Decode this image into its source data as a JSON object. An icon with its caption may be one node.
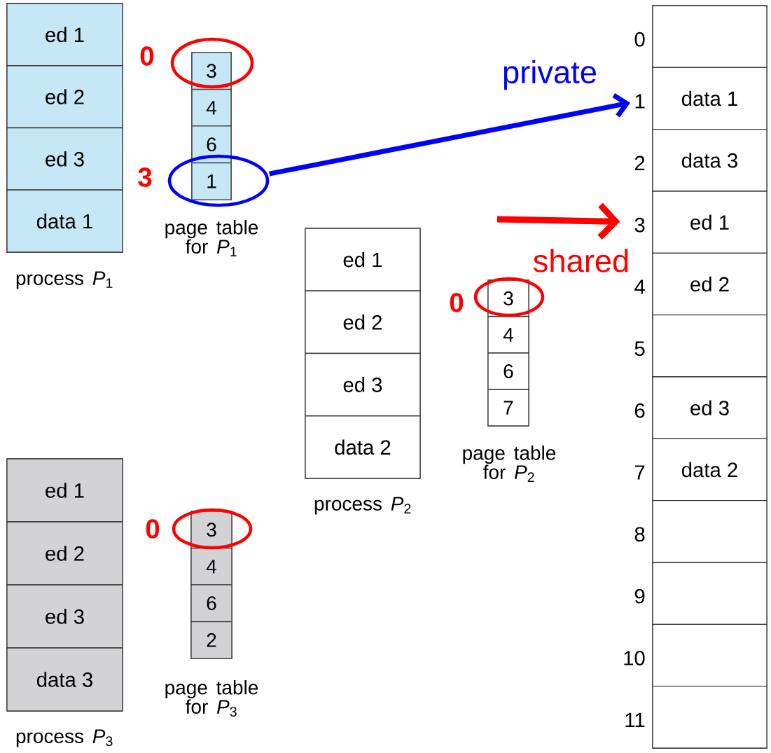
{
  "diagram": {
    "nodes": [
      {
        "text": [
          "process *P*$_{1}$"
        ]
      },
      {
        "text": [
          "ed 1"
        ],
        "in": 0
      },
      {
        "text": [
          "ed 2"
        ],
        "in": 0
      },
      {
        "text": [
          "ed 3"
        ],
        "in": 0
      },
      {
        "text": [
          "data 1"
        ],
        "in": 0
      },
      {
        "text": [
          "page table for *P*$_{1}$"
        ]
      },
      {
        "text": [
          "3"
        ],
        "in": 5
      },
      {
        "text": [
          "4"
        ],
        "in": 5
      },
      {
        "text": [
          "6"
        ],
        "in": 5
      },
      {
        "text": [
          "1"
        ],
        "in": 5
      },
      {
        "text": [],
        "shape": "box"
      },
      {
        "text": [],
        "shape": "box",
        "in": 10,
        "beside": [
          "0"
        ]
      },
      {
        "text": [
          "data 1"
        ],
        "in": 10,
        "beside": [
          "1"
        ]
      },
      {
        "text": [
          "data 3"
        ],
        "in": 10,
        "beside": [
          "2"
        ]
      },
      {
        "text": [
          "ed 1"
        ],
        "in": 10,
        "beside": [
          "3"
        ]
      },
      {
        "text": [
          "ed 2"
        ],
        "in": 10,
        "beside": [
          "4"
        ]
      },
      {
        "text": [],
        "shape": "box",
        "in": 10,
        "beside": [
          "5"
        ]
      },
      {
        "text": [
          "ed 3"
        ],
        "in": 10,
        "beside": [
          "6"
        ]
      },
      {
        "text": [
          "data 2"
        ],
        "in": 10,
        "beside": [
          "7"
        ]
      },
      {
        "text": [],
        "shape": "box",
        "in": 10,
        "beside": [
          "8"
        ]
      },
      {
        "text": [],
        "shape": "box",
        "in": 10,
        "beside": [
          "9"
        ]
      },
      {
        "text": [],
        "shape": "box",
        "in": 10,
        "beside": [
          "10"
        ]
      },
      {
        "text": [],
        "shape": "box",
        "in": 10,
        "beside": [
          "11"
        ]
      },
      {
        "text": [
          "process *P*$_{2}$"
        ]
      },
      {
        "text": [
          "ed 1"
        ],
        "in": 23
      },
      {
        "text": [
          "ed 2"
        ],
        "in": 23
      },
      {
        "text": [
          "ed 3"
        ],
        "in": 23
      },
      {
        "text": [
          "data 2"
        ],
        "in": 23
      },
      {
        "text": [
          "page table for *P*$_{2}$"
        ]
      },
      {
        "text": [
          "3"
        ],
        "in": 28
      },
      {
        "text": [
          "4"
        ],
        "in": 28
      },
      {
        "text": [
          "6"
        ],
        "in": 28
      },
      {
        "text": [
          "7"
        ],
        "in": 28
      },
      {
        "text": [
          "process *P*$_{3}$"
        ]
      },
      {
        "text": [
          "ed 1"
        ],
        "in": 33
      },
      {
        "text": [
          "ed 2"
        ],
        "in": 33
      },
      {
        "text": [
          "ed 3"
        ],
        "in": 33
      },
      {
        "text": [
          "data 3"
        ],
        "in": 33
      },
      {
        "text": [
          "page table for *P*$_{3}$"
        ]
      },
      {
        "text": [
          "3"
        ],
        "in": 38
      },
      {
        "text": [
          "4"
        ],
        "in": 38
      },
      {
        "text": [
          "6"
        ],
        "in": 38
      },
      {
        "text": [
          "2"
        ],
        "in": 38
      }
    ],
    "edges": [
      {
        "from": 9,
        "to": 12,
        "arrow": "to",
        "label": "private",
        "color": "#0000ff"
      },
      {
        "from": null,
        "to": 14,
        "arrow": "to",
        "label": "shared",
        "color": "#ff0000"
      }
    ],
    "labels": [
      "0",
      "3",
      "0",
      "0"
    ]
  }
}
